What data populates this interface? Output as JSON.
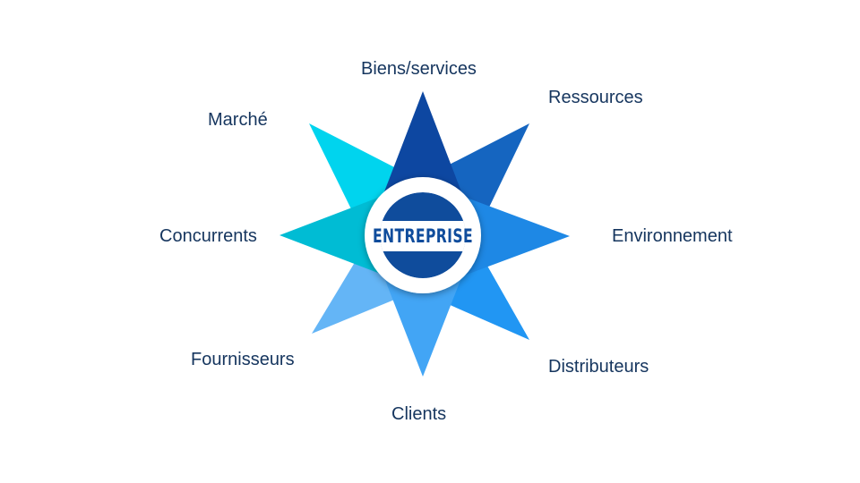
{
  "diagram": {
    "center": {
      "label": "ENTREPRISE"
    },
    "nodes": [
      {
        "id": "biens-services",
        "label": "Biens/services",
        "color": "#0d47a1"
      },
      {
        "id": "ressources",
        "label": "Ressources",
        "color": "#1565c0"
      },
      {
        "id": "environnement",
        "label": "Environnement",
        "color": "#1e88e5"
      },
      {
        "id": "distributeurs",
        "label": "Distributeurs",
        "color": "#2196f3"
      },
      {
        "id": "clients",
        "label": "Clients",
        "color": "#42a5f5"
      },
      {
        "id": "fournisseurs",
        "label": "Fournisseurs",
        "color": "#64b5f6"
      },
      {
        "id": "concurrents",
        "label": "Concurrents",
        "color": "#00bcd4"
      },
      {
        "id": "marche",
        "label": "Marché",
        "color": "#00d4ee"
      }
    ],
    "colors": {
      "text": "#15355e",
      "center_fill": "#0f4c9c",
      "center_band": "#ffffff",
      "center_ring": "#ffffff"
    }
  }
}
